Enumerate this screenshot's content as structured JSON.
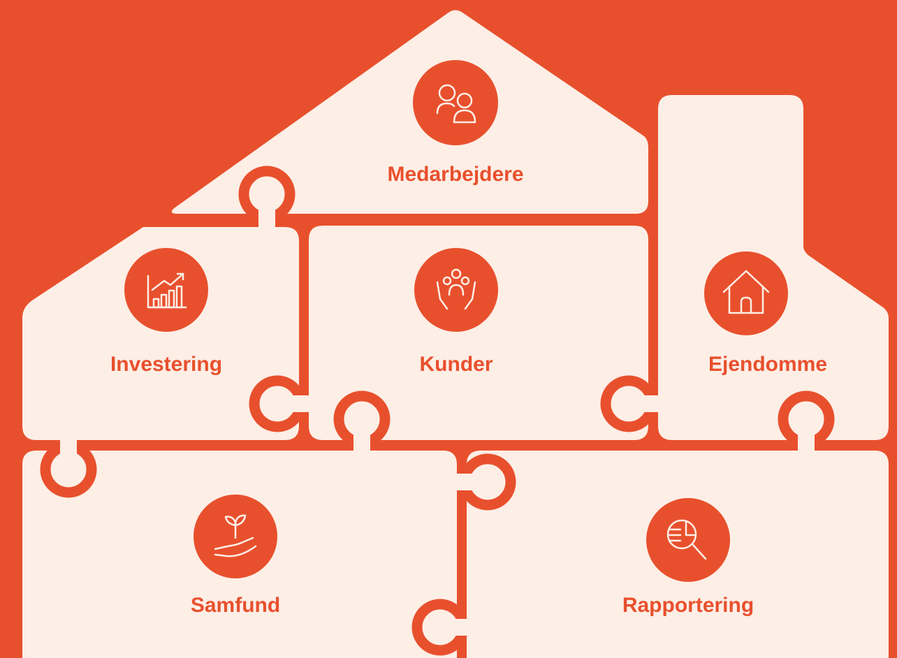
{
  "colors": {
    "background": "#E8502D",
    "piece": "#FDEEE6",
    "accent": "#E8502D",
    "icon_stroke": "#FDEEE6"
  },
  "pieces": [
    {
      "id": "medarbejdere",
      "label": "Medarbejdere",
      "icon": "people-icon"
    },
    {
      "id": "investering",
      "label": "Investering",
      "icon": "growth-chart-icon"
    },
    {
      "id": "kunder",
      "label": "Kunder",
      "icon": "hands-holding-people-icon"
    },
    {
      "id": "ejendomme",
      "label": "Ejendomme",
      "icon": "house-icon"
    },
    {
      "id": "samfund",
      "label": "Samfund",
      "icon": "plant-in-hand-icon"
    },
    {
      "id": "rapportering",
      "label": "Rapportering",
      "icon": "report-magnifier-icon"
    }
  ]
}
